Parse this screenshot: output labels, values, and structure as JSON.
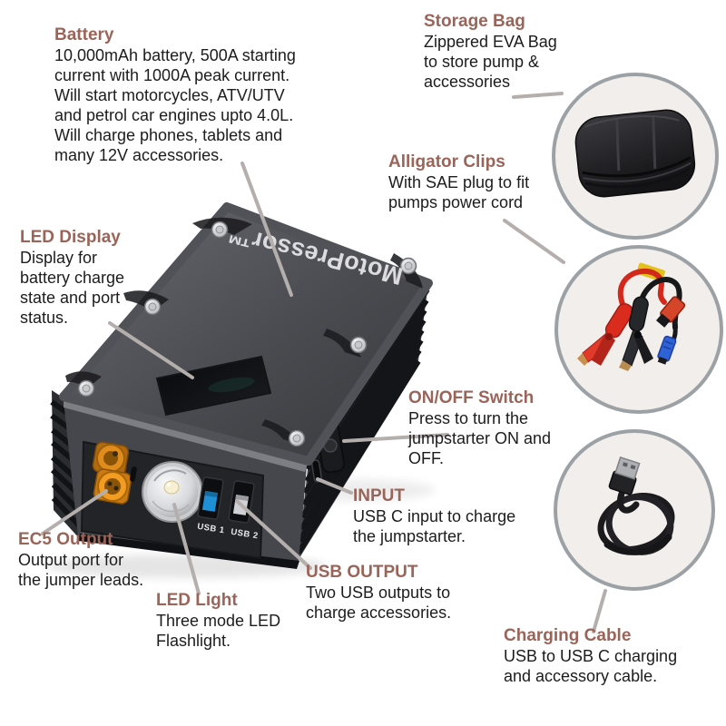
{
  "page": {
    "background": "#ffffff"
  },
  "colors": {
    "heading": "#9a6459",
    "body_text": "#1c1c1c",
    "leader_line": "#b4afac",
    "circle_border": "#9ba1a5",
    "circle_fill": "#f2eeeb",
    "device_orange": "#e8891f",
    "usb_blue": "#1f8fd6"
  },
  "product": {
    "brand": "MotoPressor™",
    "usb1_label": "USB 1",
    "usb2_label": "USB 2"
  },
  "annotations": {
    "battery": {
      "title": "Battery",
      "lines": [
        "10,000mAh battery, 500A starting",
        "current with 1000A peak current.",
        "Will start motorcycles, ATV/UTV",
        "and petrol car engines upto 4.0L.",
        "Will charge phones, tablets and",
        "many 12V accessories."
      ]
    },
    "storage_bag": {
      "title": "Storage Bag",
      "lines": [
        "Zippered EVA Bag",
        "to store pump &",
        "accessories"
      ]
    },
    "alligator_clips": {
      "title": "Alligator Clips",
      "lines": [
        "With SAE plug to fit",
        "pumps power cord"
      ]
    },
    "led_display": {
      "title": "LED Display",
      "lines": [
        "Display for",
        "battery charge",
        "state and port",
        "status."
      ]
    },
    "on_off_switch": {
      "title": "ON/OFF Switch",
      "lines": [
        "Press to turn the",
        "jumpstarter ON and",
        "OFF."
      ]
    },
    "input": {
      "title": "INPUT",
      "lines": [
        "USB C input to charge",
        "the jumpstarter."
      ]
    },
    "usb_output": {
      "title": "USB OUTPUT",
      "lines": [
        "Two USB outputs to",
        "charge accessories."
      ]
    },
    "ec5_output": {
      "title": "EC5 Output",
      "lines": [
        "Output port for",
        "the jumper leads."
      ]
    },
    "led_light": {
      "title": "LED Light",
      "lines": [
        "Three mode LED",
        "Flashlight."
      ]
    },
    "charging_cable": {
      "title": "Charging Cable",
      "lines": [
        "USB to USB C charging",
        "and accessory cable."
      ]
    }
  }
}
